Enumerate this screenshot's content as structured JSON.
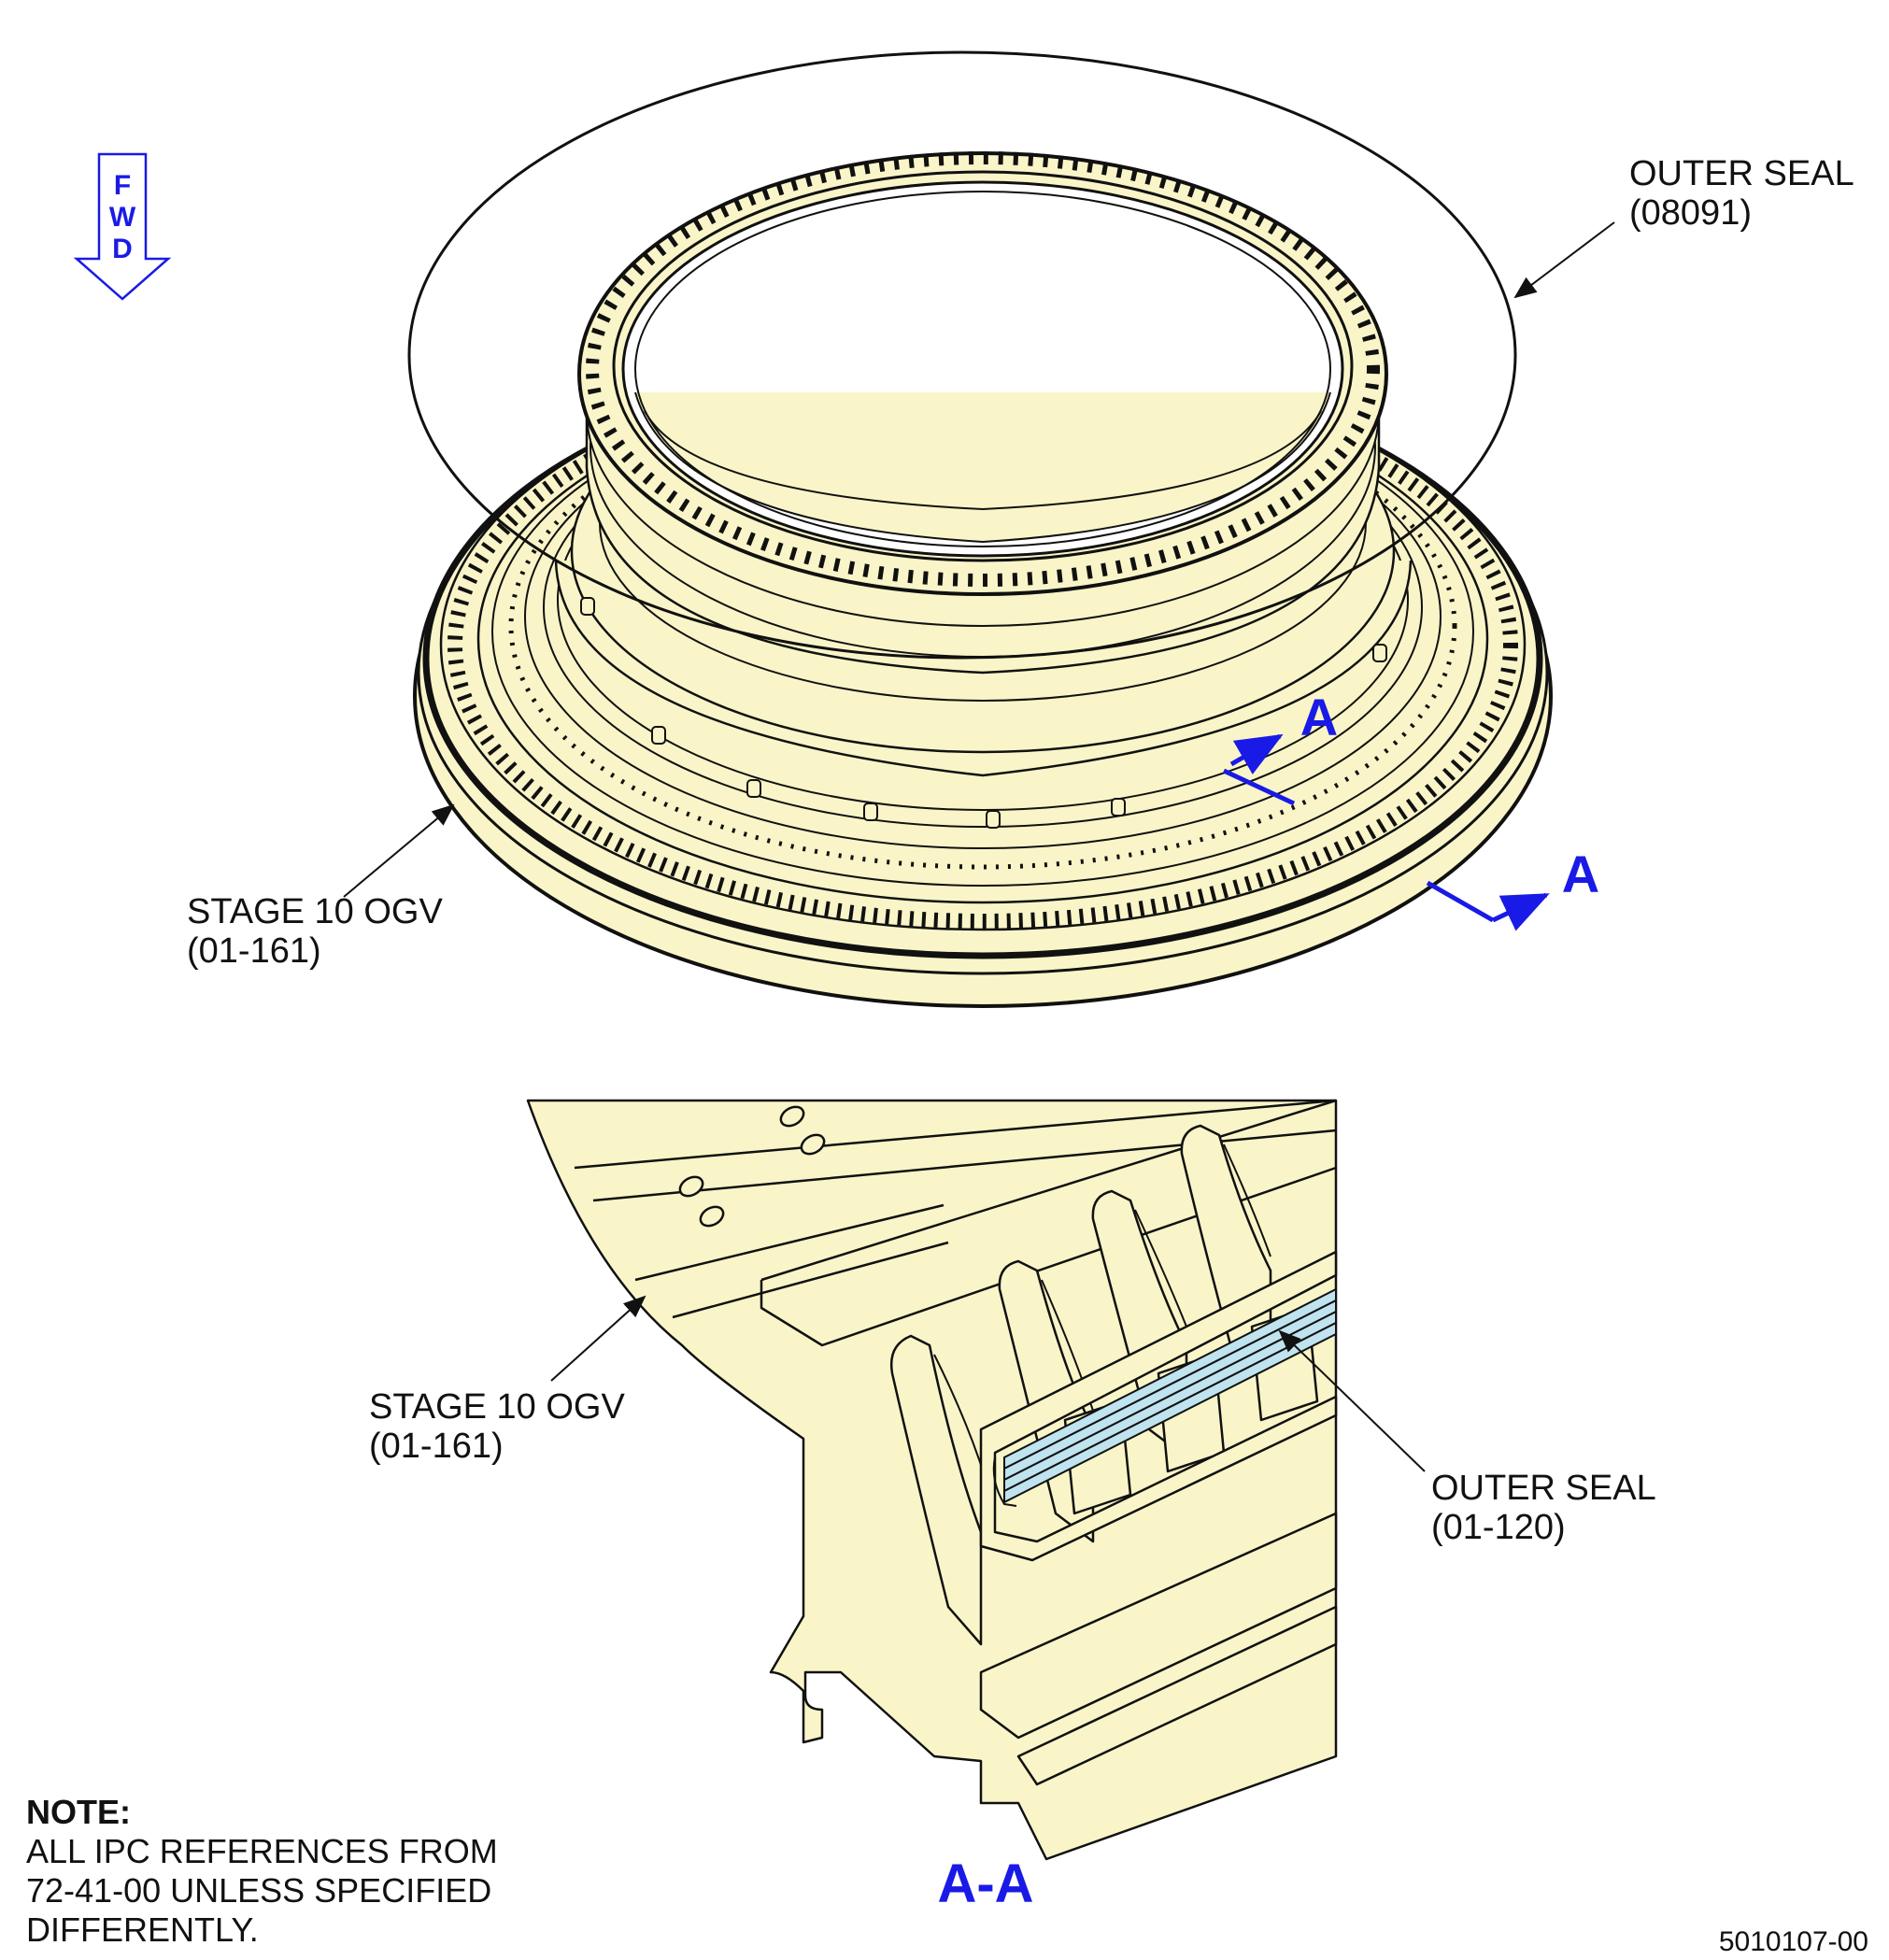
{
  "fwd_arrow": {
    "letters": [
      "F",
      "W",
      "D"
    ],
    "color": "#1a1ae6"
  },
  "callouts": {
    "outer_seal_top": {
      "name": "OUTER SEAL",
      "ref": "(08091)"
    },
    "ogv_top": {
      "name": "STAGE 10 OGV",
      "ref": "(01-161)"
    },
    "ogv_section": {
      "name": "STAGE 10 OGV",
      "ref": "(01-161)"
    },
    "outer_seal_section": {
      "name": "OUTER SEAL",
      "ref": "(01-120)"
    }
  },
  "section_markers": {
    "upper": "A",
    "lower": "A",
    "view_title": "A-A",
    "color": "#1a1ae6"
  },
  "note": {
    "title": "NOTE:",
    "lines": [
      "ALL IPC REFERENCES FROM",
      "72-41-00 UNLESS SPECIFIED",
      "DIFFERENTLY."
    ]
  },
  "figure_number": "5010107-00",
  "colors": {
    "part_fill": "#f9f5c8",
    "seal_fill": "#bfe3ef",
    "line": "#111111"
  }
}
